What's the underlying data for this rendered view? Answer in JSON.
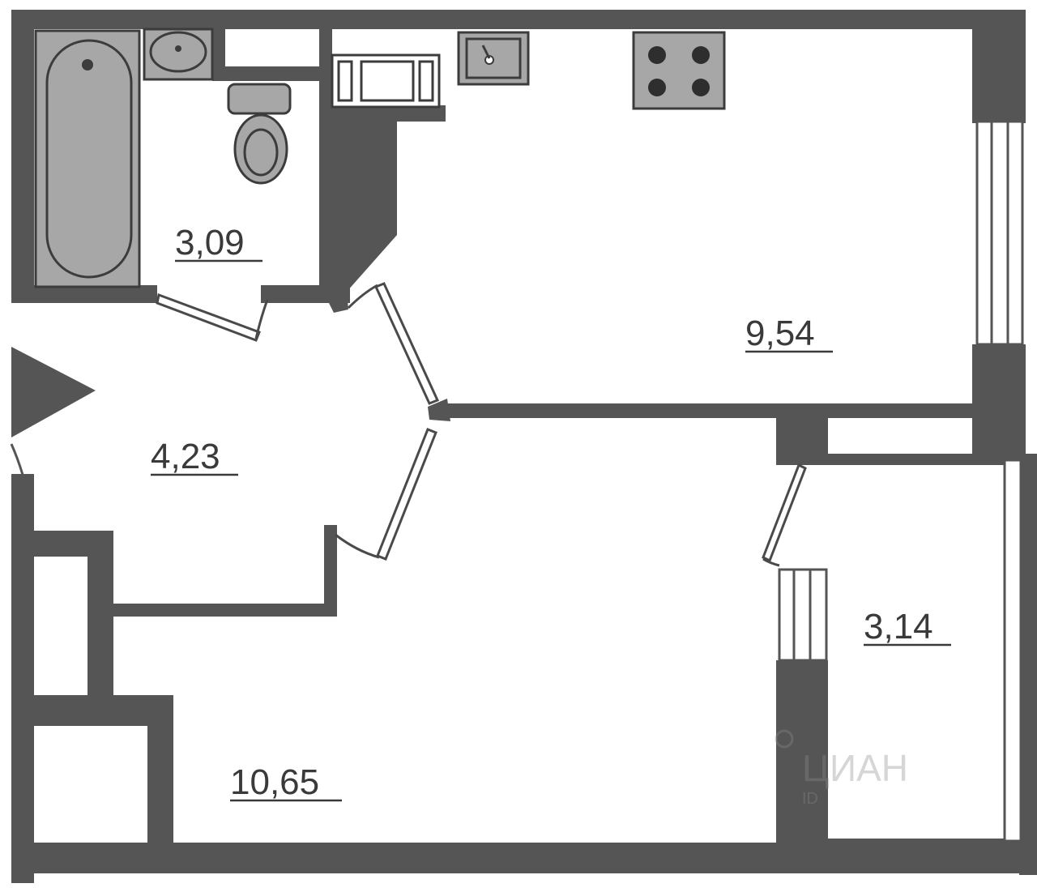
{
  "colors": {
    "wall": "#555555",
    "fixture": "#a7a7a7",
    "background": "#ffffff"
  },
  "rooms": {
    "bathroom": {
      "area": "3,09"
    },
    "kitchen": {
      "area": "9,54"
    },
    "hallway": {
      "area": "4,23"
    },
    "living_room": {
      "area": "10,65"
    },
    "balcony": {
      "area": "3,14"
    }
  },
  "watermark": {
    "text": "ЦИАН",
    "subtext": "ID"
  },
  "fixtures": [
    "bathtub-icon",
    "washbasin-icon",
    "toilet-icon",
    "washing-machine-icon",
    "kitchen-sink-icon",
    "stove-icon"
  ]
}
